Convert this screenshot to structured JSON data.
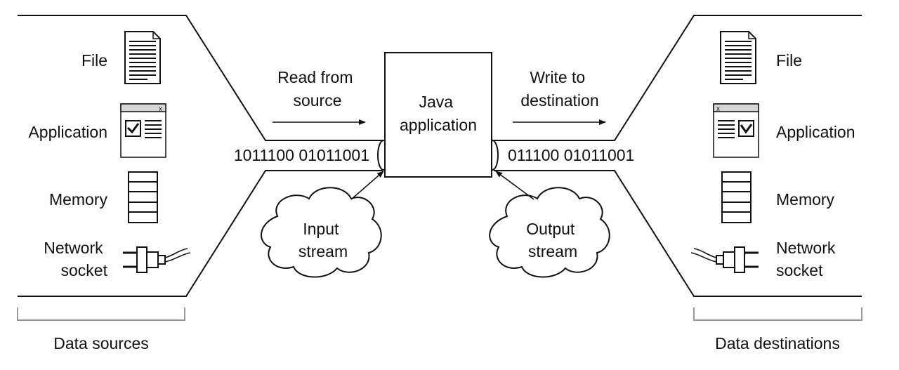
{
  "sources": {
    "items": [
      {
        "label": "File",
        "icon": "document-icon"
      },
      {
        "label": "Application",
        "icon": "application-window-icon"
      },
      {
        "label": "Memory",
        "icon": "memory-stack-icon"
      },
      {
        "label": "Network socket",
        "label_lines": [
          "Network",
          "socket"
        ],
        "icon": "plug-icon"
      }
    ],
    "bracket_label": "Data sources"
  },
  "destinations": {
    "items": [
      {
        "label": "File",
        "icon": "document-icon"
      },
      {
        "label": "Application",
        "icon": "application-window-icon"
      },
      {
        "label": "Memory",
        "icon": "memory-stack-icon"
      },
      {
        "label": "Network socket",
        "label_lines": [
          "Network",
          "socket"
        ],
        "icon": "plug-icon"
      }
    ],
    "bracket_label": "Data destinations"
  },
  "center": {
    "app_lines": [
      "Java",
      "application"
    ],
    "read_lines": [
      "Read from",
      "source"
    ],
    "write_lines": [
      "Write to",
      "destination"
    ],
    "input_bits": "1011100 01011001",
    "output_bits": "011100 01011001",
    "input_stream_lines": [
      "Input",
      "stream"
    ],
    "output_stream_lines": [
      "Output",
      "stream"
    ]
  }
}
